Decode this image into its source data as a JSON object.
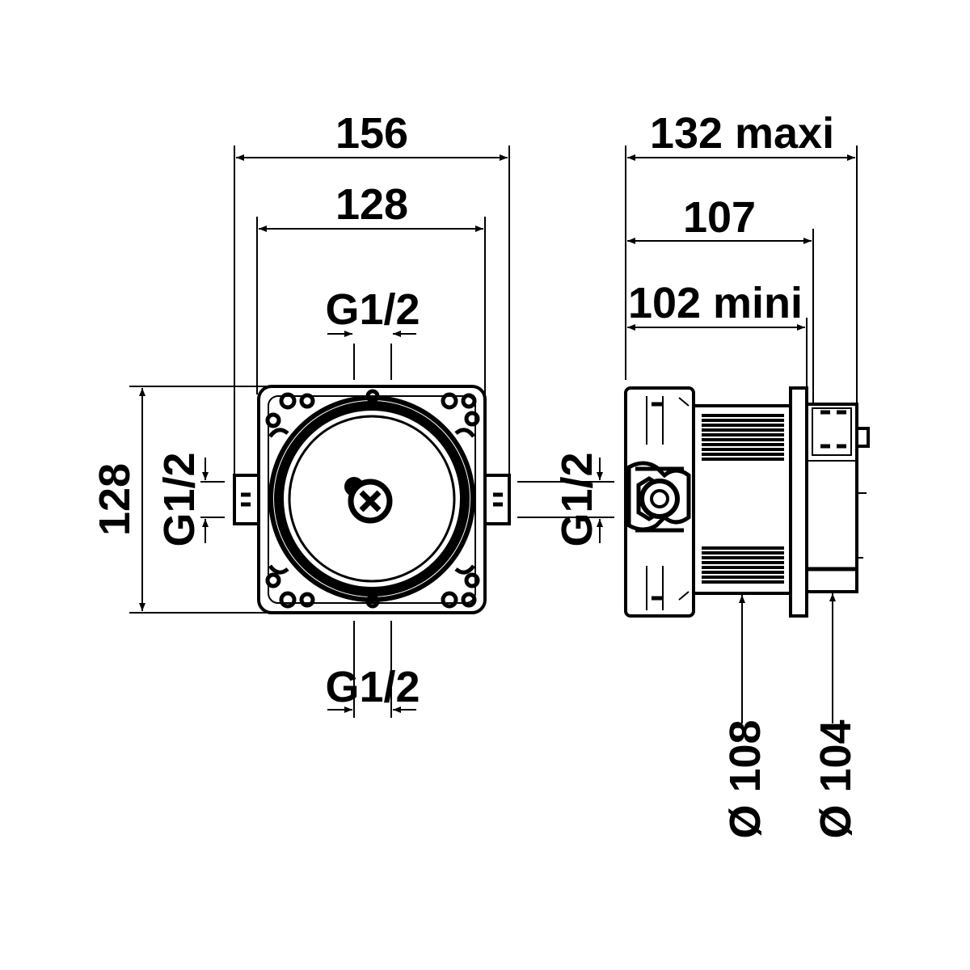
{
  "front_view": {
    "width_outer": "156",
    "width_inner": "128",
    "height": "128",
    "port_top": "G1/2",
    "port_bottom": "G1/2",
    "port_left": "G1/2",
    "port_right": "G1/2"
  },
  "side_view": {
    "depth_max": "132 maxi",
    "depth_mid": "107",
    "depth_min": "102 mini",
    "diameter_large": "Ø 108",
    "diameter_small": "Ø 104"
  },
  "colors": {
    "line": "#000000",
    "background": "#ffffff"
  }
}
